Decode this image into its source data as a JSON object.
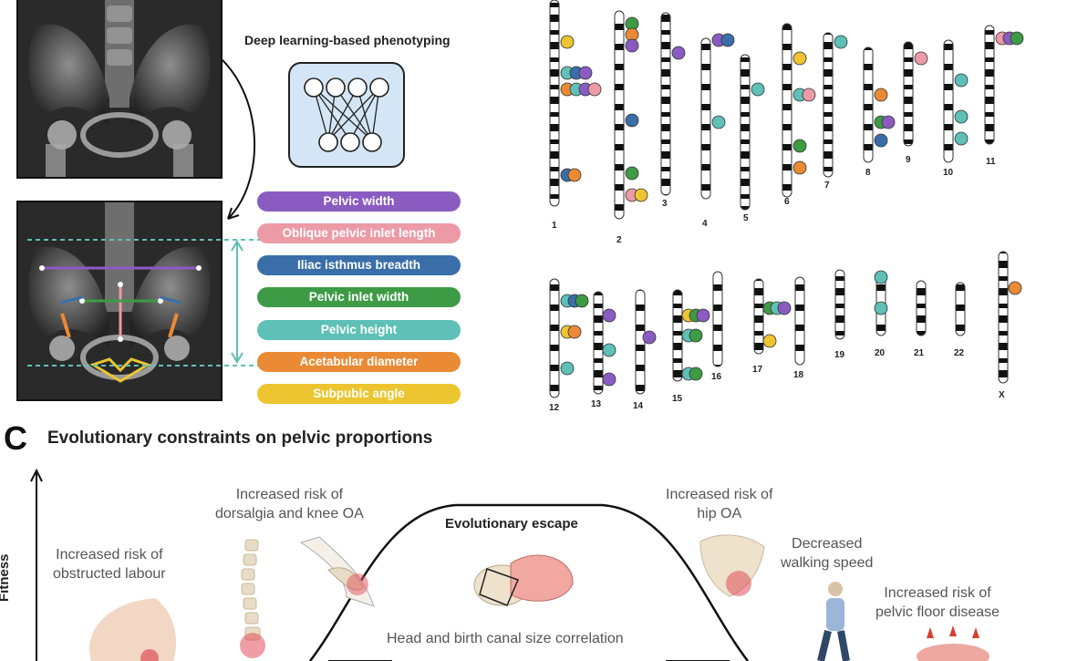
{
  "panel_b": {
    "title": "Deep learning-based phenotyping",
    "measures": [
      {
        "label": "Pelvic width",
        "color": "#8a5cc2"
      },
      {
        "label": "Oblique pelvic inlet length",
        "color": "#ec9aa6"
      },
      {
        "label": "Iliac isthmus breadth",
        "color": "#3a6ea8"
      },
      {
        "label": "Pelvic inlet width",
        "color": "#3d9b45"
      },
      {
        "label": "Pelvic height",
        "color": "#5ec0b6"
      },
      {
        "label": "Acetabular diameter",
        "color": "#ea8a34"
      },
      {
        "label": "Subpubic angle",
        "color": "#ecc530"
      }
    ]
  },
  "karyotype": {
    "labels": [
      "1",
      "2",
      "3",
      "4",
      "5",
      "6",
      "7",
      "8",
      "9",
      "10",
      "11",
      "12",
      "13",
      "14",
      "15",
      "16",
      "17",
      "18",
      "19",
      "20",
      "21",
      "22",
      "X"
    ]
  },
  "panel_c": {
    "letter": "C",
    "title": "Evolutionary constraints on pelvic proportions",
    "y_axis": "Fitness",
    "risks": {
      "obstructed": [
        "Increased risk of",
        "obstructed labour"
      ],
      "dorsalgia": [
        "Increased risk of",
        "dorsalgia and knee OA"
      ],
      "hip": [
        "Increased risk of",
        "hip OA"
      ],
      "walking": [
        "Decreased",
        "walking speed"
      ],
      "floor": [
        "Increased risk of",
        "pelvic floor disease"
      ]
    },
    "escape": "Evolutionary escape",
    "correlation": "Head and birth canal size correlation"
  }
}
